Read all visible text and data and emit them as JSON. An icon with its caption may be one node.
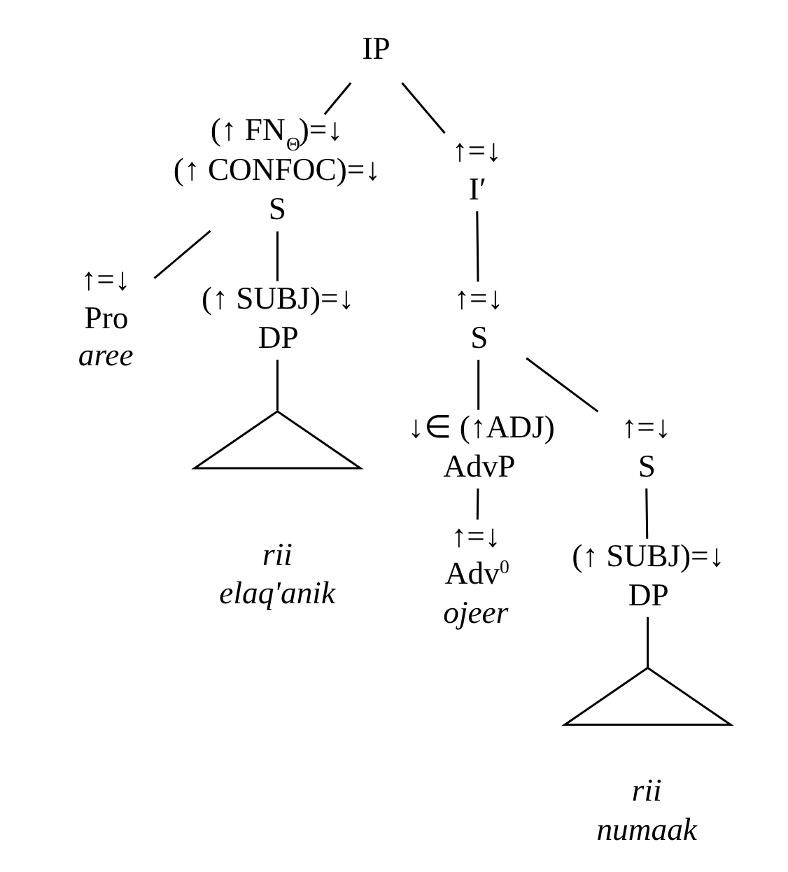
{
  "diagram": {
    "nodes": [
      {
        "text": [
          "IP"
        ]
      },
      {
        "text": [
          "(↑ FN$_{Θ}$)=↓",
          "(↑ CONFOC)=↓",
          "S"
        ]
      },
      {
        "text": [
          "↑=↓",
          "I′"
        ]
      },
      {
        "text": [
          "↑=↓",
          "Pro",
          "aree"
        ]
      },
      {
        "text": [
          "(↑ SUBJ)=↓",
          "DP"
        ]
      },
      {
        "text": [
          "↑=↓",
          "S"
        ]
      },
      {
        "text": [],
        "shape": "triangle",
        "beside": [
          "rii",
          "elaq'anik"
        ]
      },
      {
        "text": [
          "↓∈ (↑ADJ)",
          "AdvP"
        ]
      },
      {
        "text": [
          "↑=↓",
          "S"
        ]
      },
      {
        "text": [
          "↑=↓",
          "Adv$^{0}$",
          "ojeer"
        ]
      },
      {
        "text": [
          "(↑ SUBJ)=↓",
          "DP"
        ]
      },
      {
        "text": [],
        "shape": "triangle",
        "beside": [
          "rii",
          "numaak"
        ]
      }
    ],
    "edges": [
      {
        "from": 0,
        "to": 1,
        "arrow": "none"
      },
      {
        "from": 0,
        "to": 2,
        "arrow": "none"
      },
      {
        "from": 1,
        "to": 3,
        "arrow": "none"
      },
      {
        "from": 1,
        "to": 4,
        "arrow": "none"
      },
      {
        "from": 4,
        "to": 6,
        "arrow": "none"
      },
      {
        "from": 2,
        "to": 5,
        "arrow": "none"
      },
      {
        "from": 5,
        "to": 7,
        "arrow": "none"
      },
      {
        "from": 5,
        "to": 8,
        "arrow": "none"
      },
      {
        "from": 7,
        "to": 9,
        "arrow": "none"
      },
      {
        "from": 8,
        "to": 10,
        "arrow": "none"
      },
      {
        "from": 10,
        "to": 11,
        "arrow": "none"
      }
    ]
  }
}
